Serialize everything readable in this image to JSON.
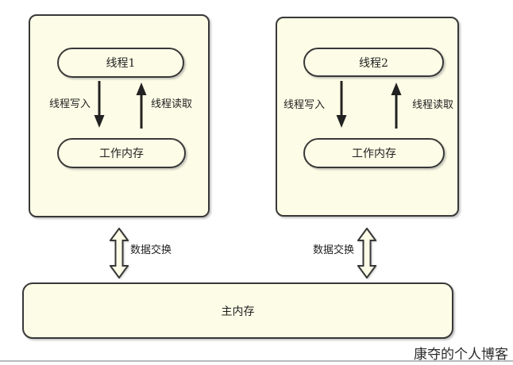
{
  "diagram": {
    "groups": [
      {
        "thread_label": "线程1",
        "write_label": "线程写入",
        "read_label": "线程读取",
        "memory_label": "工作内存",
        "exchange_label": "数据交换"
      },
      {
        "thread_label": "线程2",
        "write_label": "线程写入",
        "read_label": "线程读取",
        "memory_label": "工作内存",
        "exchange_label": "数据交换"
      }
    ],
    "main_memory_label": "主内存",
    "watermark": "康夺的个人博客",
    "colors": {
      "shape_fill": "#fdfde7",
      "shape_border": "#383838",
      "arrow": "#222222",
      "divider_line": "#b6babd",
      "background": "#ffffff"
    }
  }
}
